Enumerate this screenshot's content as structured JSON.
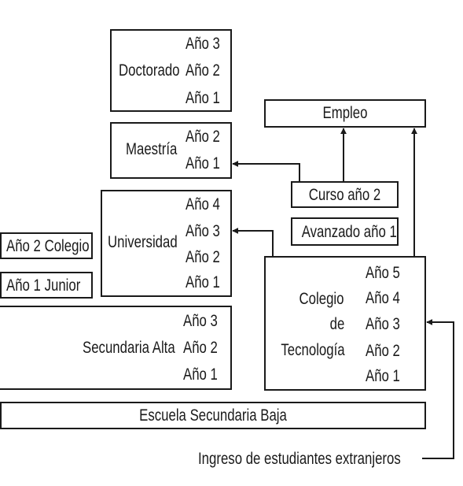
{
  "doctorado": {
    "label": "Doctorado",
    "years": [
      "Año 3",
      "Año 2",
      "Año 1"
    ]
  },
  "maestria": {
    "label": "Maestría",
    "years": [
      "Año 2",
      "Año 1"
    ]
  },
  "universidad": {
    "label": "Universidad",
    "years": [
      "Año 4",
      "Año 3",
      "Año 2",
      "Año 1"
    ]
  },
  "colegio_side": {
    "year2": "Año 2 Colegio",
    "year1": "Año 1 Junior"
  },
  "secundaria_alta": {
    "label": "Secundaria Alta",
    "years": [
      "Año 3",
      "Año 2",
      "Año 1"
    ]
  },
  "empleo": {
    "label": "Empleo"
  },
  "curso": {
    "label": "Curso año 2"
  },
  "avanzado": {
    "label": "Avanzado año 1"
  },
  "colegio_tecnologia": {
    "label_lines": [
      "Colegio",
      "de",
      "Tecnología"
    ],
    "years": [
      "Año 5",
      "Año 4",
      "Año 3",
      "Año 2",
      "Año 1"
    ]
  },
  "secundaria_baja": {
    "label": "Escuela Secundaria Baja"
  },
  "ingreso": {
    "label": "Ingreso de estudiantes extranjeros"
  }
}
